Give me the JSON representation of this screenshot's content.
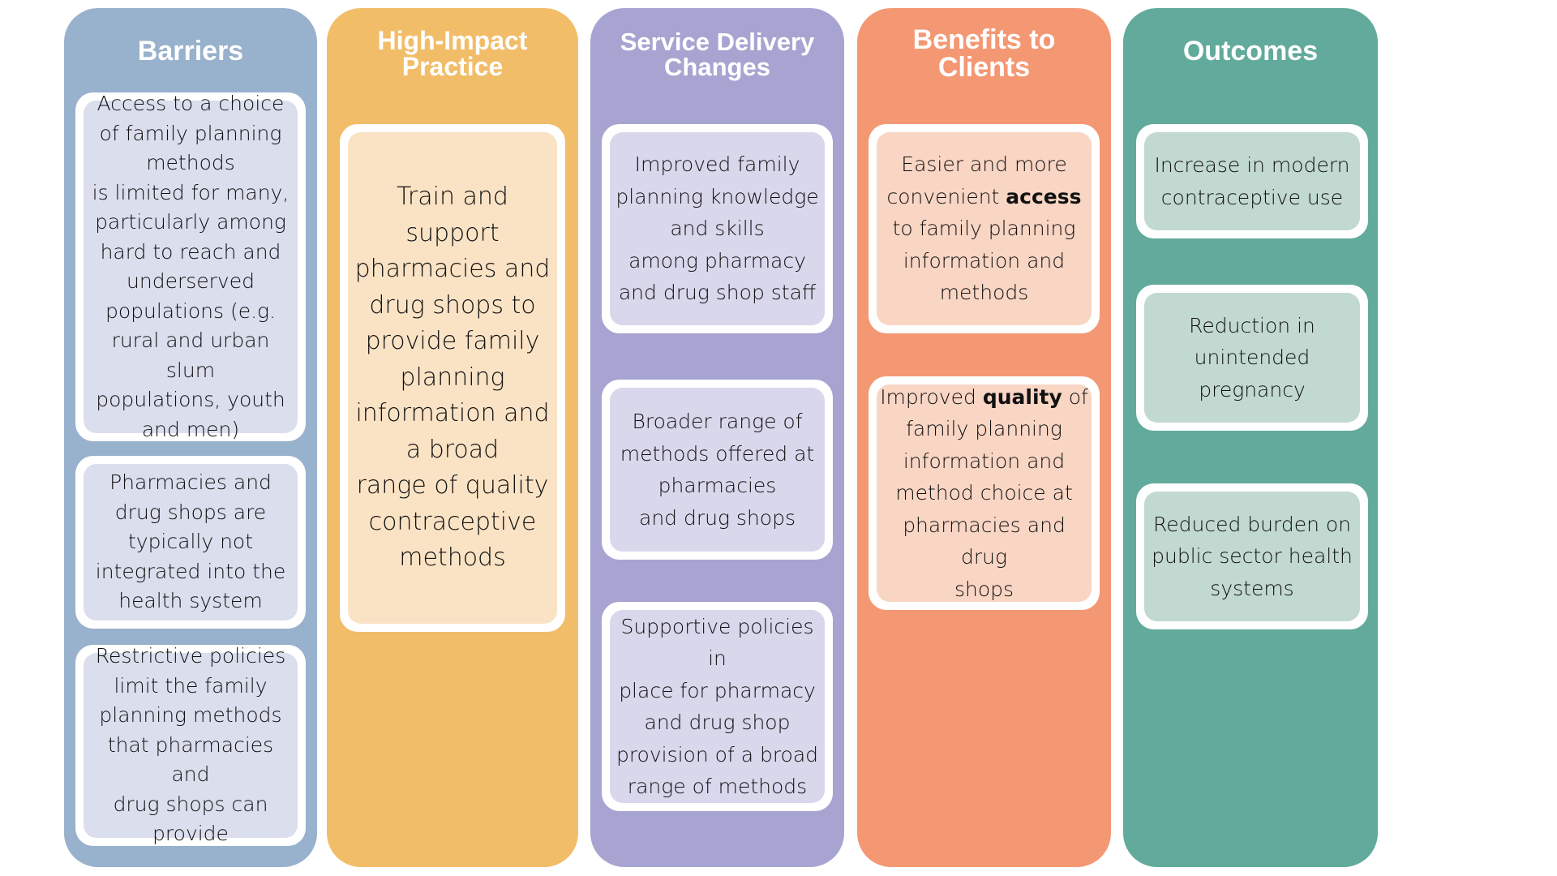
{
  "colors": {
    "barriers": "#98b1cc",
    "barriers_box": "#dbdeed",
    "high_impact_practice": "#f2bd68",
    "high_impact_practice_box": "#fae3c5",
    "service_delivery_changes": "#a8a4d1",
    "service_delivery_changes_box": "#d9d7ec",
    "benefits_to_clients": "#f49874",
    "benefits_to_clients_box": "#f9d5c4",
    "outcomes": "#62aa9c",
    "outcomes_box": "#c2d9d2"
  },
  "columns": {
    "barriers": {
      "title": "Barriers",
      "items": [
        "Access to a choice\nof family planning\nmethods\nis limited for many,\nparticularly among\nhard to reach and\nunderserved\npopulations (e.g.\nrural and urban slum\npopulations, youth\nand men)",
        "Pharmacies and\ndrug shops are\ntypically not\nintegrated into the\nhealth system",
        "Restrictive policies\nlimit the family\nplanning methods\nthat pharmacies and\ndrug shops can\nprovide"
      ]
    },
    "high_impact_practice": {
      "title_line1": "High-Impact",
      "title_line2": "Practice",
      "items": [
        "Train and\nsupport\npharmacies and\ndrug shops to\nprovide family\nplanning\ninformation and\na broad\nrange of quality\ncontraceptive\nmethods"
      ]
    },
    "service_delivery_changes": {
      "title_line1": "Service Delivery",
      "title_line2": "Changes",
      "items": [
        "Improved family\nplanning knowledge\nand skills\namong pharmacy\nand drug shop staff",
        "Broader range of\nmethods offered at\npharmacies\nand drug shops",
        "Supportive policies in\nplace for pharmacy\nand drug shop\nprovision of a broad\nrange of methods"
      ]
    },
    "benefits_to_clients": {
      "title_line1": "Benefits to",
      "title_line2": "Clients",
      "items": [
        {
          "before": "Easier and more\nconvenient ",
          "bold": "access",
          "after": "\nto family planning\ninformation and\nmethods"
        },
        {
          "before": "Improved ",
          "bold": "quality",
          "after": " of\nfamily planning\ninformation and\nmethod choice at\npharmacies and drug\nshops"
        }
      ]
    },
    "outcomes": {
      "title": "Outcomes",
      "items": [
        "Increase in modern\ncontraceptive use",
        "Reduction in\nunintended\npregnancy",
        "Reduced burden on\npublic sector health\nsystems"
      ]
    }
  }
}
